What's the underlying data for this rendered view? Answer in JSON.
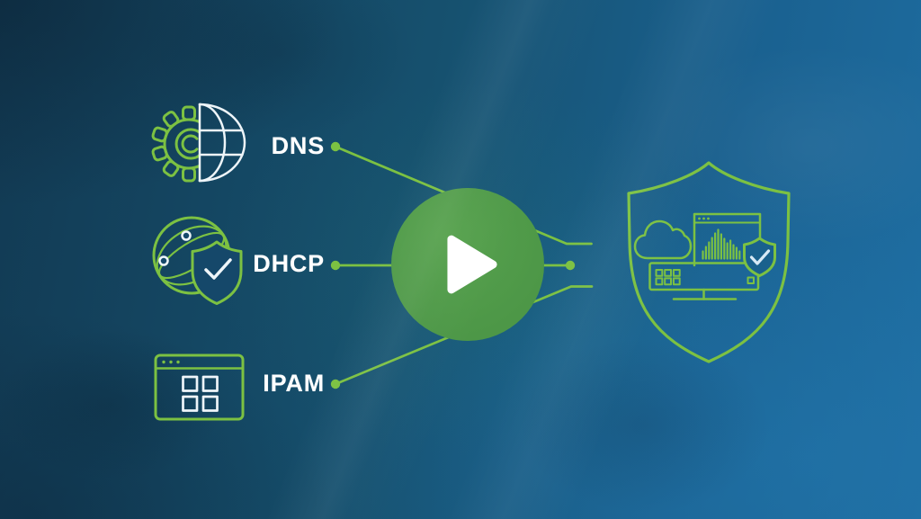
{
  "video": {
    "play_button": {
      "icon": "play-icon"
    }
  },
  "diagram": {
    "sources": [
      {
        "label": "DNS",
        "icon": "gear-globe-icon"
      },
      {
        "label": "DHCP",
        "icon": "network-shield-icon"
      },
      {
        "label": "IPAM",
        "icon": "app-window-grid-icon"
      }
    ],
    "connectors": [
      {
        "from": "DNS",
        "to": "security-shield"
      },
      {
        "from": "DHCP",
        "to": "security-shield"
      },
      {
        "from": "IPAM",
        "to": "security-shield"
      }
    ],
    "destination": {
      "icon": "security-shield-icon",
      "contains": [
        "cloud-icon",
        "analytics-window-icon",
        "shield-check-icon",
        "server-monitor-icon"
      ],
      "analytics_bar_heights": [
        8,
        13,
        18,
        23,
        28,
        32,
        27,
        22,
        17,
        20,
        15,
        12,
        8
      ]
    }
  },
  "colors": {
    "bg_dark": "#123a53",
    "bg_mid": "#16516f",
    "bg_mid2": "#1a6190",
    "bg_light": "#1e6da1",
    "line_green": "#7cc142",
    "play_green": "#4d9747",
    "play_green_light": "#57a24e",
    "white_line": "#eef5f9",
    "label_white": "#ffffff",
    "check_light": "#d6e9f5",
    "mask_navy": "#15486a",
    "mask_blue": "#19618d"
  }
}
